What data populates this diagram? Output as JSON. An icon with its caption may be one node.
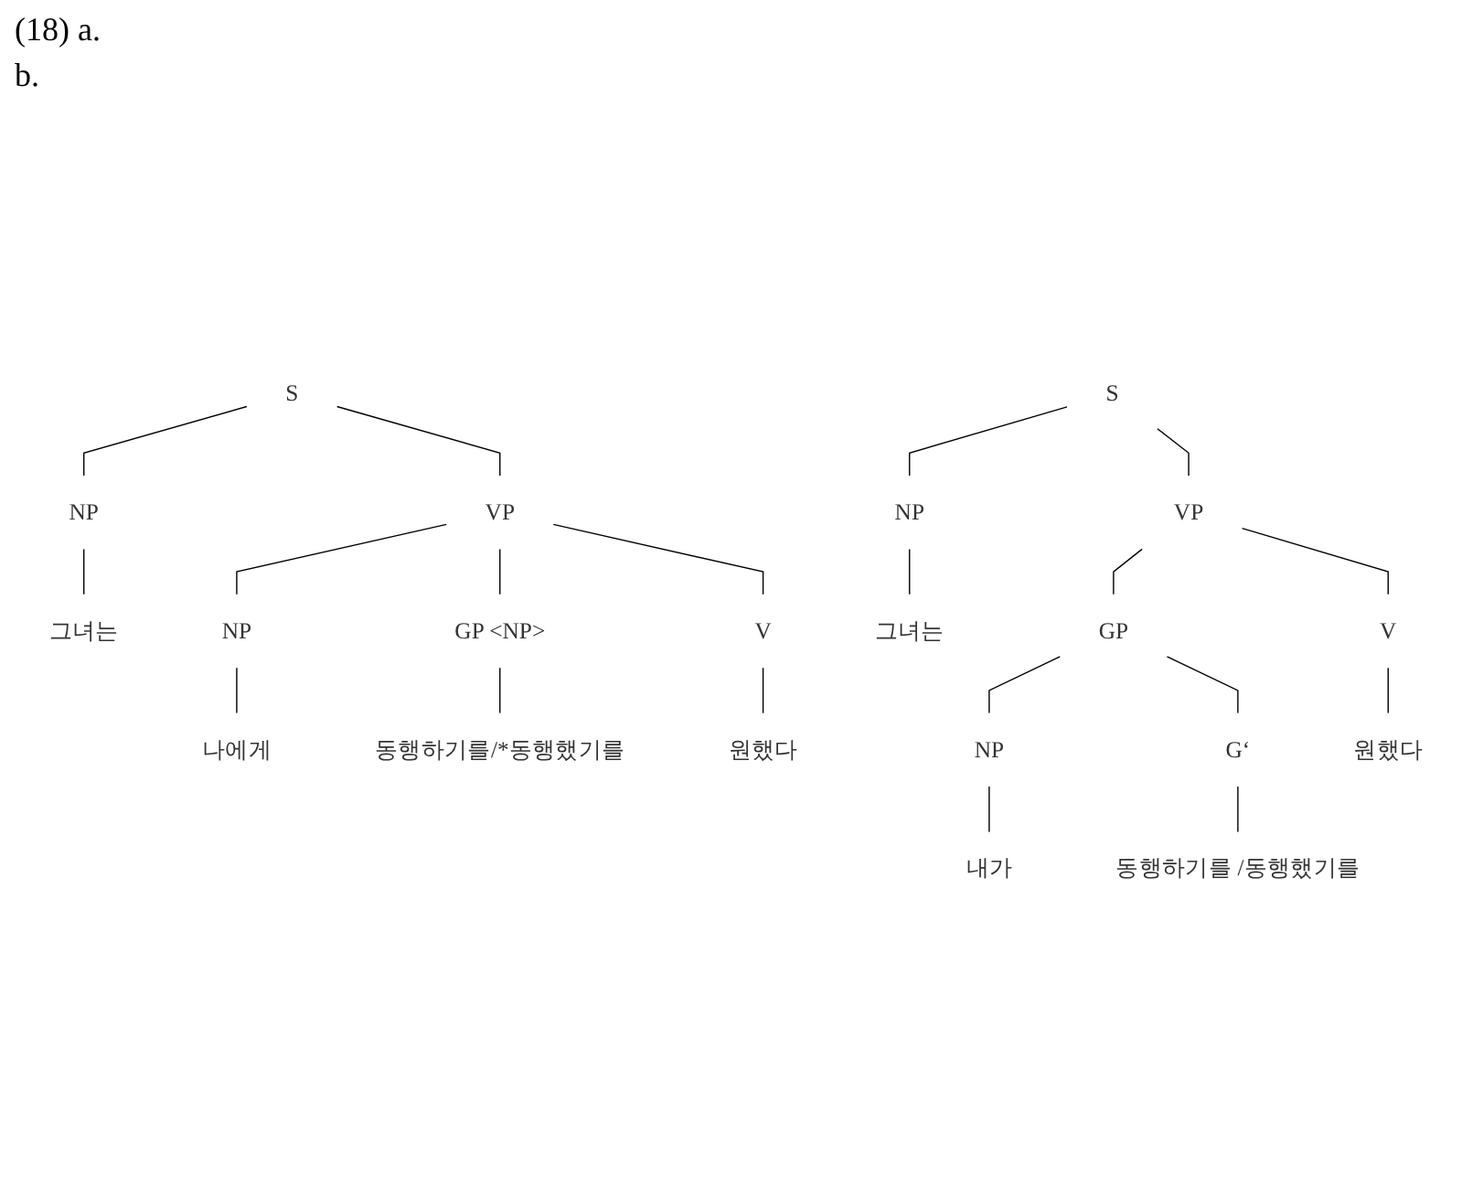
{
  "diagram": {
    "nodes": [
      {
        "text": [
          "S"
        ]
      },
      {
        "text": [
          "NP"
        ]
      },
      {
        "text": [
          "VP"
        ]
      },
      {
        "text": [
          "그녀는"
        ]
      },
      {
        "text": [
          "NP"
        ]
      },
      {
        "text": [
          "GP <NP>"
        ]
      },
      {
        "text": [
          "V"
        ]
      },
      {
        "text": [
          "나에게"
        ]
      },
      {
        "text": [
          "동행하기를/*동행했기를"
        ]
      },
      {
        "text": [
          "원했다"
        ]
      },
      {
        "text": [
          "S"
        ]
      },
      {
        "text": [
          "NP"
        ]
      },
      {
        "text": [
          "VP"
        ]
      },
      {
        "text": [
          "그녀는"
        ]
      },
      {
        "text": [
          "GP"
        ]
      },
      {
        "text": [
          "V"
        ]
      },
      {
        "text": [
          "NP"
        ]
      },
      {
        "text": [
          "G‘"
        ]
      },
      {
        "text": [
          "내가"
        ]
      },
      {
        "text": [
          "동행하기를 /동행했기를"
        ]
      },
      {
        "text": [
          "원했다"
        ]
      }
    ],
    "edges": [
      {
        "from": 0,
        "to": 1,
        "arrow": "none"
      },
      {
        "from": 0,
        "to": 2,
        "arrow": "none"
      },
      {
        "from": 1,
        "to": 3,
        "arrow": "none"
      },
      {
        "from": 2,
        "to": 4,
        "arrow": "none"
      },
      {
        "from": 2,
        "to": 5,
        "arrow": "none"
      },
      {
        "from": 2,
        "to": 6,
        "arrow": "none"
      },
      {
        "from": 4,
        "to": 7,
        "arrow": "none"
      },
      {
        "from": 5,
        "to": 8,
        "arrow": "none"
      },
      {
        "from": 6,
        "to": 9,
        "arrow": "none"
      },
      {
        "from": 10,
        "to": 11,
        "arrow": "none"
      },
      {
        "from": 10,
        "to": 12,
        "arrow": "none"
      },
      {
        "from": 11,
        "to": 13,
        "arrow": "none"
      },
      {
        "from": 12,
        "to": 14,
        "arrow": "none"
      },
      {
        "from": 12,
        "to": 15,
        "arrow": "none"
      },
      {
        "from": 14,
        "to": 16,
        "arrow": "none"
      },
      {
        "from": 14,
        "to": 17,
        "arrow": "none"
      },
      {
        "from": 16,
        "to": 18,
        "arrow": "none"
      },
      {
        "from": 17,
        "to": 19,
        "arrow": "none"
      },
      {
        "from": 15,
        "to": 20,
        "arrow": "none"
      }
    ],
    "labels": [
      "(18) a.",
      "b."
    ]
  }
}
